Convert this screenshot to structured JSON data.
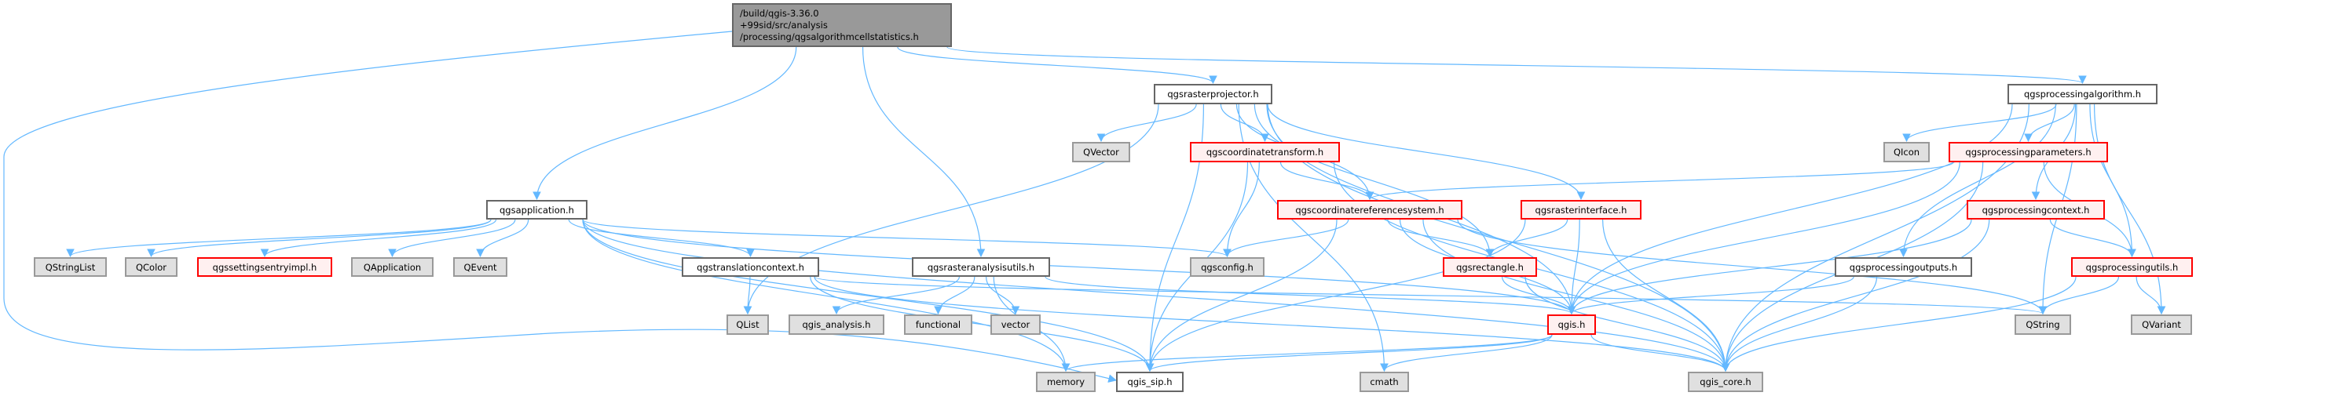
{
  "root": {
    "id": "root",
    "lines": [
      "/build/qgis-3.36.0",
      "+99sid/src/analysis",
      "/processing/qgsalgorithmcellstatistics.h"
    ],
    "kind": "root"
  },
  "nodes": [
    {
      "id": "qgsapplication",
      "label": "qgsapplication.h",
      "kind": "white"
    },
    {
      "id": "QStringList",
      "label": "QStringList",
      "kind": "gray"
    },
    {
      "id": "QColor",
      "label": "QColor",
      "kind": "gray"
    },
    {
      "id": "qgssettingsentryimpl",
      "label": "qgssettingsentryimpl.h",
      "kind": "red"
    },
    {
      "id": "QApplication",
      "label": "QApplication",
      "kind": "gray"
    },
    {
      "id": "QEvent",
      "label": "QEvent",
      "kind": "gray"
    },
    {
      "id": "qgstranslationcontext",
      "label": "qgstranslationcontext.h",
      "kind": "white"
    },
    {
      "id": "QList",
      "label": "QList",
      "kind": "gray"
    },
    {
      "id": "qgsrasterprojector",
      "label": "qgsrasterprojector.h",
      "kind": "white"
    },
    {
      "id": "QVector",
      "label": "QVector",
      "kind": "gray"
    },
    {
      "id": "qgscoordinatetransform",
      "label": "qgscoordinatetransform.h",
      "kind": "red"
    },
    {
      "id": "qgscoordinatereferencesystem",
      "label": "qgscoordinatereferencesystem.h",
      "kind": "red"
    },
    {
      "id": "qgsrasterinterface",
      "label": "qgsrasterinterface.h",
      "kind": "red"
    },
    {
      "id": "qgsrasteranalysisutils",
      "label": "qgsrasteranalysisutils.h",
      "kind": "white"
    },
    {
      "id": "qgsconfig",
      "label": "qgsconfig.h",
      "kind": "gray"
    },
    {
      "id": "qgsrectangle",
      "label": "qgsrectangle.h",
      "kind": "red"
    },
    {
      "id": "qgis_analysis",
      "label": "qgis_analysis.h",
      "kind": "gray"
    },
    {
      "id": "functional",
      "label": "functional",
      "kind": "gray"
    },
    {
      "id": "vector",
      "label": "vector",
      "kind": "gray"
    },
    {
      "id": "qgis",
      "label": "qgis.h",
      "kind": "red"
    },
    {
      "id": "memory",
      "label": "memory",
      "kind": "gray"
    },
    {
      "id": "qgis_sip",
      "label": "qgis_sip.h",
      "kind": "white"
    },
    {
      "id": "cmath",
      "label": "cmath",
      "kind": "gray"
    },
    {
      "id": "qgsprocessingalgorithm",
      "label": "qgsprocessingalgorithm.h",
      "kind": "white"
    },
    {
      "id": "QIcon",
      "label": "QIcon",
      "kind": "gray"
    },
    {
      "id": "qgsprocessingparameters",
      "label": "qgsprocessingparameters.h",
      "kind": "red"
    },
    {
      "id": "qgsprocessingcontext",
      "label": "qgsprocessingcontext.h",
      "kind": "red"
    },
    {
      "id": "qgsprocessingoutputs",
      "label": "qgsprocessingoutputs.h",
      "kind": "white"
    },
    {
      "id": "qgsprocessingutils",
      "label": "qgsprocessingutils.h",
      "kind": "red"
    },
    {
      "id": "QString",
      "label": "QString",
      "kind": "gray"
    },
    {
      "id": "QVariant",
      "label": "QVariant",
      "kind": "gray"
    },
    {
      "id": "qgis_core",
      "label": "qgis_core.h",
      "kind": "gray"
    }
  ],
  "edges": [
    [
      "root",
      "qgsapplication"
    ],
    [
      "root",
      "qgis_sip"
    ],
    [
      "root",
      "qgsrasteranalysisutils"
    ],
    [
      "root",
      "qgsrasterprojector"
    ],
    [
      "root",
      "qgsprocessingalgorithm"
    ],
    [
      "qgsapplication",
      "QStringList"
    ],
    [
      "qgsapplication",
      "QColor"
    ],
    [
      "qgsapplication",
      "qgssettingsentryimpl"
    ],
    [
      "qgsapplication",
      "QApplication"
    ],
    [
      "qgsapplication",
      "QEvent"
    ],
    [
      "qgsapplication",
      "qgstranslationcontext"
    ],
    [
      "qgsapplication",
      "qgsconfig"
    ],
    [
      "qgsapplication",
      "memory"
    ],
    [
      "qgsapplication",
      "qgis_sip"
    ],
    [
      "qgsapplication",
      "qgis_core"
    ],
    [
      "qgsapplication",
      "qgis"
    ],
    [
      "qgstranslationcontext",
      "QList"
    ],
    [
      "qgstranslationcontext",
      "QString"
    ],
    [
      "qgstranslationcontext",
      "qgis_sip"
    ],
    [
      "qgstranslationcontext",
      "qgis_core"
    ],
    [
      "qgsrasteranalysisutils",
      "qgis_analysis"
    ],
    [
      "qgsrasteranalysisutils",
      "functional"
    ],
    [
      "qgsrasteranalysisutils",
      "vector"
    ],
    [
      "qgsrasteranalysisutils",
      "memory"
    ],
    [
      "qgsrasteranalysisutils",
      "qgis"
    ],
    [
      "qgsrasterprojector",
      "QVector"
    ],
    [
      "qgsrasterprojector",
      "qgscoordinatetransform"
    ],
    [
      "qgsrasterprojector",
      "qgscoordinatereferencesystem"
    ],
    [
      "qgsrasterprojector",
      "qgsrectangle"
    ],
    [
      "qgsrasterprojector",
      "qgsrasterinterface"
    ],
    [
      "qgsrasterprojector",
      "QList"
    ],
    [
      "qgsrasterprojector",
      "qgis_sip"
    ],
    [
      "qgsrasterprojector",
      "qgis_core"
    ],
    [
      "qgsrasterprojector",
      "cmath"
    ],
    [
      "qgsrasterprojector",
      "qgis"
    ],
    [
      "qgscoordinatetransform",
      "qgscoordinatereferencesystem"
    ],
    [
      "qgscoordinatetransform",
      "qgsconfig"
    ],
    [
      "qgscoordinatetransform",
      "qgis_sip"
    ],
    [
      "qgscoordinatetransform",
      "qgis_core"
    ],
    [
      "qgscoordinatereferencesystem",
      "qgsconfig"
    ],
    [
      "qgscoordinatereferencesystem",
      "qgsrectangle"
    ],
    [
      "qgscoordinatereferencesystem",
      "qgis"
    ],
    [
      "qgscoordinatereferencesystem",
      "qgis_sip"
    ],
    [
      "qgscoordinatereferencesystem",
      "qgis_core"
    ],
    [
      "qgscoordinatereferencesystem",
      "QString"
    ],
    [
      "qgsrasterinterface",
      "qgsrectangle"
    ],
    [
      "qgsrasterinterface",
      "qgis"
    ],
    [
      "qgsrasterinterface",
      "qgis_core"
    ],
    [
      "qgsrasterinterface",
      "qgis_sip"
    ],
    [
      "qgsrectangle",
      "qgis"
    ],
    [
      "qgsrectangle",
      "qgis_core"
    ],
    [
      "qgis",
      "memory"
    ],
    [
      "qgis",
      "qgis_sip"
    ],
    [
      "qgis",
      "cmath"
    ],
    [
      "qgis",
      "qgis_core"
    ],
    [
      "qgsprocessingalgorithm",
      "QIcon"
    ],
    [
      "qgsprocessingalgorithm",
      "qgsprocessingparameters"
    ],
    [
      "qgsprocessingalgorithm",
      "qgsprocessingcontext"
    ],
    [
      "qgsprocessingalgorithm",
      "qgsprocessingutils"
    ],
    [
      "qgsprocessingalgorithm",
      "qgsprocessingoutputs"
    ],
    [
      "qgsprocessingalgorithm",
      "QString"
    ],
    [
      "qgsprocessingalgorithm",
      "QVariant"
    ],
    [
      "qgsprocessingalgorithm",
      "qgis_core"
    ],
    [
      "qgsprocessingalgorithm",
      "qgis"
    ],
    [
      "qgsprocessingparameters",
      "qgscoordinatereferencesystem"
    ],
    [
      "qgsprocessingparameters",
      "qgis"
    ],
    [
      "qgsprocessingparameters",
      "qgsprocessingutils"
    ],
    [
      "qgsprocessingparameters",
      "qgis_core"
    ],
    [
      "qgsprocessingcontext",
      "qgis"
    ],
    [
      "qgsprocessingcontext",
      "qgsprocessingutils"
    ],
    [
      "qgsprocessingcontext",
      "qgis_core"
    ],
    [
      "qgsprocessingoutputs",
      "qgis"
    ],
    [
      "qgsprocessingoutputs",
      "qgis_core"
    ],
    [
      "qgsprocessingutils",
      "QString"
    ],
    [
      "qgsprocessingutils",
      "QVariant"
    ],
    [
      "qgsprocessingutils",
      "qgis_core"
    ]
  ],
  "colors": {
    "edge": "#63b8ff",
    "red_border": "#ff0000",
    "red_fill": "#fff0f0",
    "gray_fill": "#e0e0e0",
    "root_fill": "#999999"
  }
}
